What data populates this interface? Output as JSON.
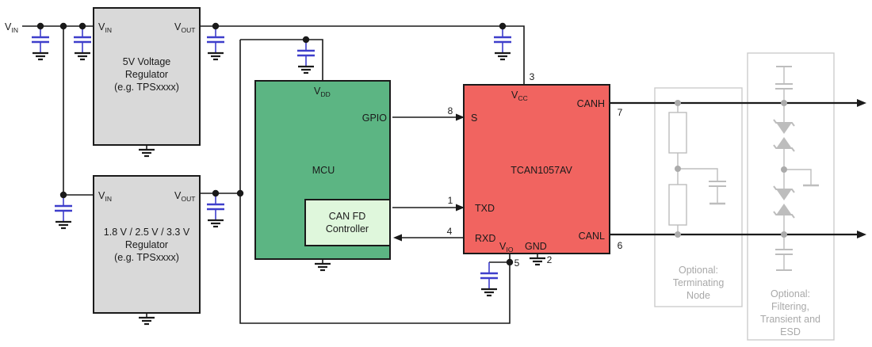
{
  "colors": {
    "mcu_green": "#5cb583",
    "can_fd_green": "#dff7dc",
    "transceiver_red": "#f16460",
    "regulator_gray": "#d9d9d9",
    "capacitor_blue": "#3e3ecb",
    "wire_black": "#1a1a1a",
    "optional_symbol_gray": "#bdbdbd",
    "optional_text_gray": "#a9a9a9"
  },
  "labels": {
    "v_main": "V",
    "vin_sub": "IN",
    "vout_sub": "OUT",
    "vdd_sub": "DD",
    "vcc_sub": "CC",
    "vio_sub": "IO"
  },
  "regulator_5v": {
    "lines": [
      "5V Voltage",
      "Regulator",
      "(e.g. TPSxxxx)"
    ]
  },
  "regulator_lv": {
    "lines": [
      "1.8 V / 2.5 V / 3.3 V",
      "Regulator",
      "(e.g. TPSxxxx)"
    ]
  },
  "mcu": {
    "title": "MCU",
    "gpio": "GPIO",
    "can_fd_lines": [
      "CAN FD",
      "Controller"
    ]
  },
  "transceiver": {
    "title": "TCAN1057AV",
    "s": "S",
    "txd": "TXD",
    "rxd": "RXD",
    "gnd": "GND",
    "canh": "CANH",
    "canl": "CANL"
  },
  "pins": {
    "vcc": "3",
    "s": "8",
    "txd": "1",
    "rxd": "4",
    "vio": "5",
    "gnd": "2",
    "canh": "7",
    "canl": "6"
  },
  "optional_term": {
    "lines": [
      "Optional:",
      "Terminating",
      "Node"
    ]
  },
  "optional_esd": {
    "lines": [
      "Optional:",
      "Filtering,",
      "Transient and",
      "ESD"
    ]
  }
}
